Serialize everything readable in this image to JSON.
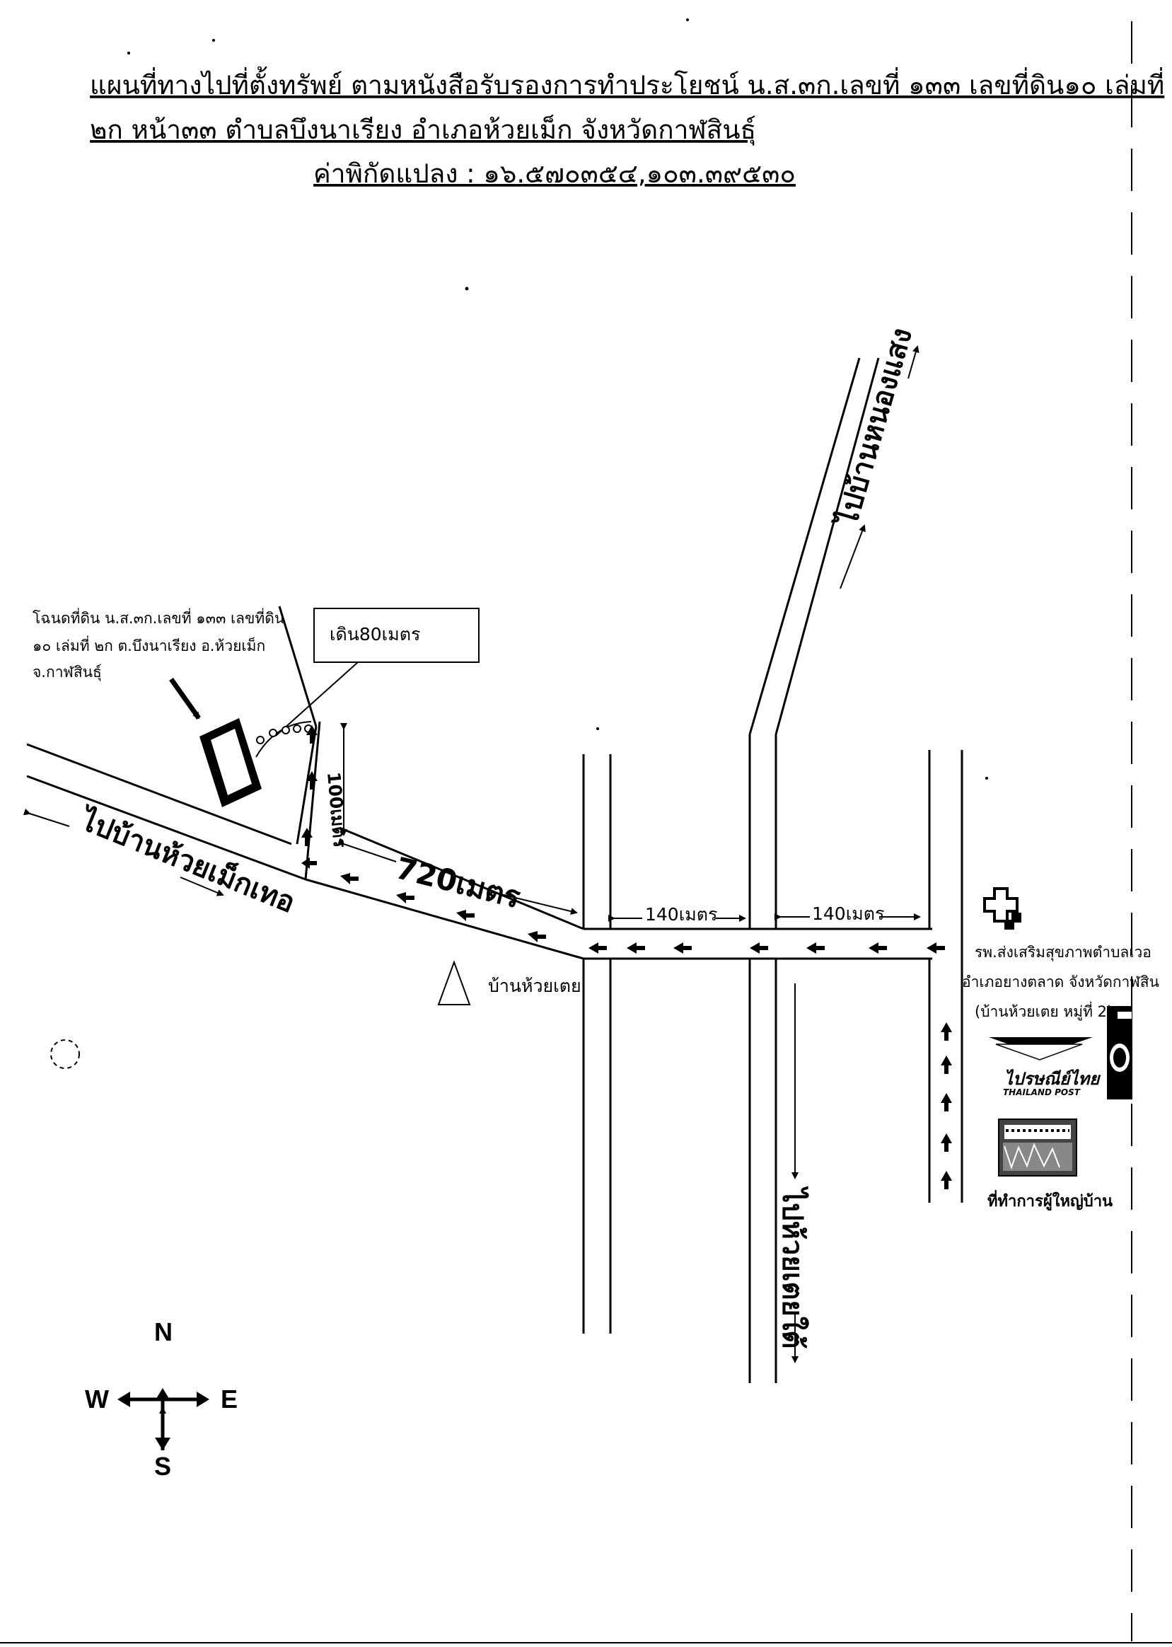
{
  "title": {
    "line1": "แผนที่ทางไปที่ตั้งทรัพย์ ตามหนังสือรับรองการทำประโยชน์ น.ส.๓ก.เลขที่ ๑๓๓ เลขที่ดิน๑๐ เล่มที่",
    "line2": "๒ก หน้า๓๓ ตำบลบึงนาเรียง อำเภอห้วยเม็ก จังหวัดกาฬสินธุ์",
    "line3": "ค่าพิกัดแปลง : ๑๖.๕๗๐๓๕๔,๑๐๓.๓๙๕๓๐"
  },
  "plot_label": {
    "line1": "โฉนดที่ดิน น.ส.๓ก.เลขที่ ๑๓๓ เลขที่ดิน",
    "line2": "๑๐ เล่มที่ ๒ก ต.บึงนาเรียง อ.ห้วยเม็ก",
    "line3": "จ.กาฬสินธุ์"
  },
  "walk_box": "เดิน80เมตร",
  "distances": {
    "d100": "100เมตร",
    "d720": "720เมตร",
    "d140a": "140เมตร",
    "d140b": "140เมตร"
  },
  "roads": {
    "to_huai_mek_tao": "ไปบ้านห้วยเม็กเทอ",
    "to_nong_saeng": "ไปบ้านหนองแสง",
    "to_huai_toei_tai": "ไปห้วยเตยใต้"
  },
  "village": "บ้านห้วยเตย",
  "hospital": {
    "line1": "รพ.ส่งเสริมสุขภาพตำบลเวอ",
    "line2": "อำเภอยางตลาด จังหวัดกาฬสิน",
    "line3": "(บ้านห้วยเตย หมู่ที่ 2)"
  },
  "post": {
    "thai": "ไปรษณีย์ไทย",
    "english": "THAILAND POST"
  },
  "headman_office": "ที่ทำการผู้ใหญ่บ้าน",
  "compass": {
    "n": "N",
    "s": "S",
    "e": "E",
    "w": "W"
  },
  "icons": [
    "plot-rectangle-icon",
    "triangle-village-icon",
    "hospital-cross-icon",
    "thailand-post-logo-icon",
    "mailbox-icon",
    "headman-office-photo-icon",
    "compass-rose-icon"
  ]
}
